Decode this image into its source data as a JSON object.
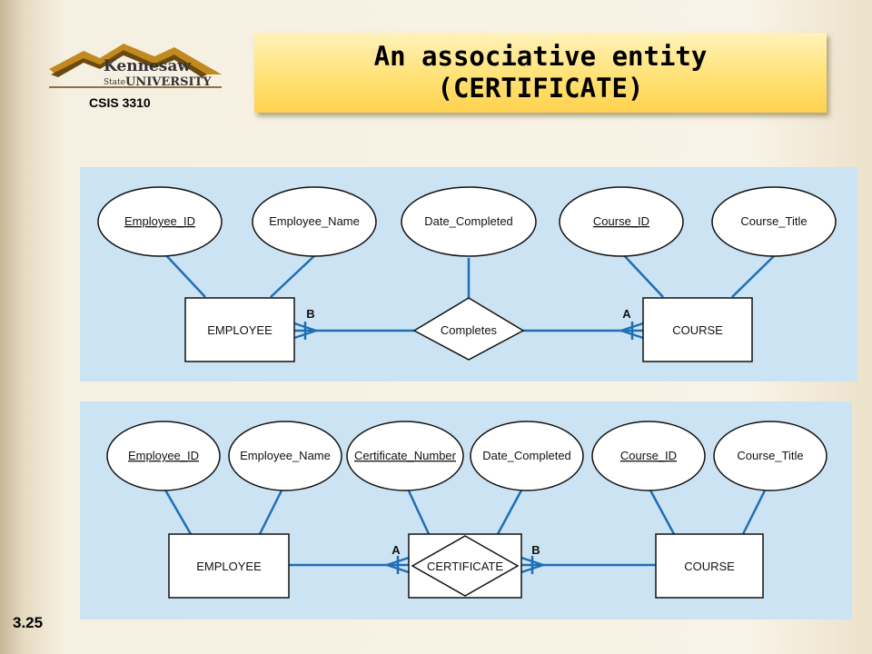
{
  "header": {
    "logo": "Kennesaw State University",
    "course_code": "CSIS 3310",
    "title_line1": "An associative entity",
    "title_line2": "(CERTIFICATE)",
    "title_bg": "#ffde6e"
  },
  "slide_number": "3.25",
  "colors": {
    "panel_bg": "#cce3f3",
    "line": "#1f6fb5"
  },
  "diagram_a": {
    "attributes": [
      {
        "label": "Employee_ID",
        "key": true
      },
      {
        "label": "Employee_Name",
        "key": false
      },
      {
        "label": "Date_Completed",
        "key": false
      },
      {
        "label": "Course_ID",
        "key": true
      },
      {
        "label": "Course_Title",
        "key": false
      }
    ],
    "entities": [
      "EMPLOYEE",
      "COURSE"
    ],
    "relationship": "Completes",
    "cardinality_left": "B",
    "cardinality_right": "A"
  },
  "diagram_b": {
    "attributes": [
      {
        "label": "Employee_ID",
        "key": true
      },
      {
        "label": "Employee_Name",
        "key": false
      },
      {
        "label": "Certificate_Number",
        "key": true
      },
      {
        "label": "Date_Completed",
        "key": false
      },
      {
        "label": "Course_ID",
        "key": true
      },
      {
        "label": "Course_Title",
        "key": false
      }
    ],
    "entities": [
      "EMPLOYEE",
      "CERTIFICATE",
      "COURSE"
    ],
    "cardinality_left": "A",
    "cardinality_right": "B"
  }
}
